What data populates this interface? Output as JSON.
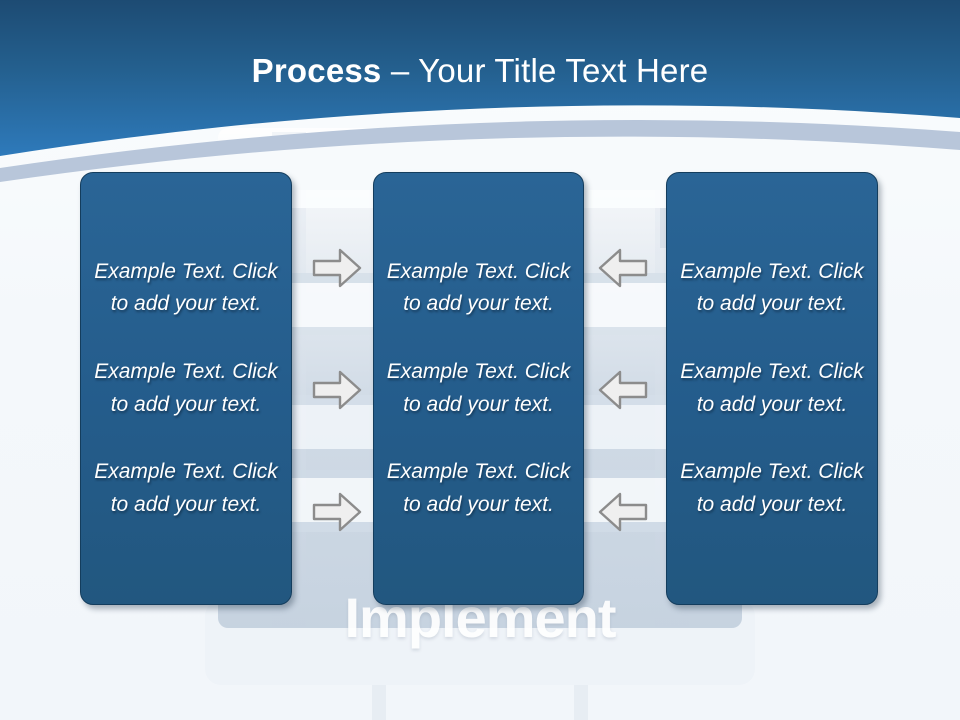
{
  "slide": {
    "title_bold": "Process",
    "title_rest": " – Your Title Text Here",
    "background_word": "Implement",
    "colors": {
      "header_blue_top": "#1F4F79",
      "header_blue_bottom": "#2C76B5",
      "arc_band": "#B8C6DA",
      "card_blue": "#245C8B",
      "card_border": "#143D5D",
      "body_bg": "#F4F8FB",
      "arrow_fill": "#EFEFEF",
      "arrow_stroke": "#8C8C8C",
      "text_white": "#FFFFFF"
    }
  },
  "columns": [
    {
      "name": "column-left",
      "blocks": [
        "Example Text. Click  to add your text.",
        "Example Text. Click  to add your text.",
        "Example Text. Click  to add your text."
      ]
    },
    {
      "name": "column-center",
      "blocks": [
        "Example Text. Click  to add your text.",
        "Example Text. Click  to add your text.",
        "Example Text. Click  to add your text."
      ]
    },
    {
      "name": "column-right",
      "blocks": [
        "Example Text. Click  to add your text.",
        "Example Text. Click  to add your text.",
        "Example Text. Click  to add your text."
      ]
    }
  ],
  "arrows": {
    "right": [
      {
        "direction": "right",
        "row": 1
      },
      {
        "direction": "right",
        "row": 2
      },
      {
        "direction": "right",
        "row": 3
      }
    ],
    "left": [
      {
        "direction": "left",
        "row": 1
      },
      {
        "direction": "left",
        "row": 2
      },
      {
        "direction": "left",
        "row": 3
      }
    ]
  }
}
